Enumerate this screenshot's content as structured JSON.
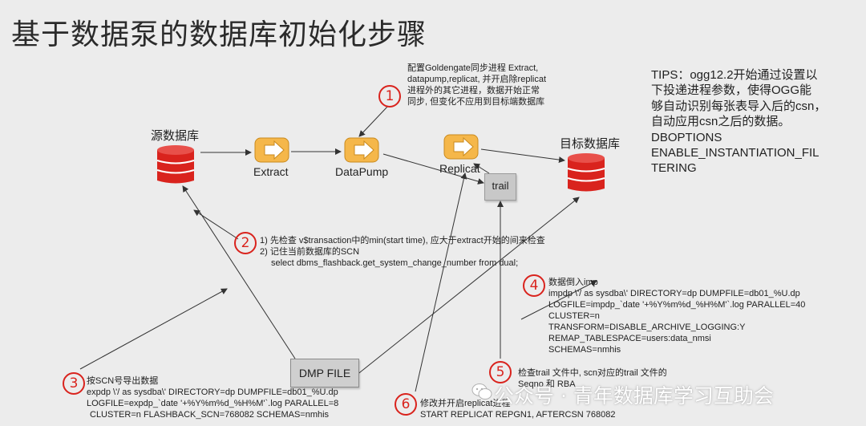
{
  "title": "基于数据泵的数据库初始化步骤",
  "nodes": {
    "source_db": "源数据库",
    "target_db": "目标数据库",
    "extract": "Extract",
    "datapump": "DataPump",
    "replicat": "Replicat",
    "trail": "trail",
    "dmp_file": "DMP FILE"
  },
  "tips": [
    "TIPS：ogg12.2开始通过设置以",
    "下投递进程参数，使得OGG能",
    "够自动识别每张表导入后的csn，",
    "自动应用csn之后的数据。",
    "DBOPTIONS",
    "ENABLE_INSTANTIATION_FIL",
    "TERING"
  ],
  "steps": [
    {
      "num": "1",
      "lines": [
        "配置Goldengate同步进程 Extract,",
        "datapump,replicat, 并开启除replicat",
        "进程外的其它进程，数据开始正常",
        "同步, 但变化不应用到目标端数据库"
      ]
    },
    {
      "num": "2",
      "lines": [
        "1) 先检查 v$transaction中的min(start time), 应大于extract开始的间来检查",
        "2) 记住当前数据库的SCN",
        "select dbms_flashback.get_system_change_number from dual;"
      ]
    },
    {
      "num": "3",
      "lines": [
        "按SCN号导出数据",
        "expdp  \\'/ as sysdba\\'  DIRECTORY=dp DUMPFILE=db01_%U.dp",
        "LOGFILE=expdp_`date '+%Y%m%d_%H%M'`.log PARALLEL=8",
        "CLUSTER=n FLASHBACK_SCN=768082 SCHEMAS=nmhis"
      ]
    },
    {
      "num": "4",
      "lines": [
        "数据倒入imp",
        "impdp \\'/ as sysdba\\' DIRECTORY=dp DUMPFILE=db01_%U.dp",
        "LOGFILE=impdp_`date '+%Y%m%d_%H%M'`.log PARALLEL=40",
        "CLUSTER=n",
        "TRANSFORM=DISABLE_ARCHIVE_LOGGING:Y",
        "REMAP_TABLESPACE=users:data_nmsi",
        "SCHEMAS=nmhis"
      ]
    },
    {
      "num": "5",
      "lines": [
        "检查trail 文件中, scn对应的trail 文件的",
        "Seqno 和 RBA"
      ]
    },
    {
      "num": "6",
      "lines": [
        "修改并开启replicat进程",
        "START REPLICAT REPGN1, AFTERCSN 768082"
      ]
    }
  ],
  "watermark": "公众号 · 青年数据库学习互助会",
  "colors": {
    "db_red": "#d9231d",
    "process_orange": "#f5b74a",
    "step_circle": "#d9231d",
    "background": "#ececec"
  }
}
